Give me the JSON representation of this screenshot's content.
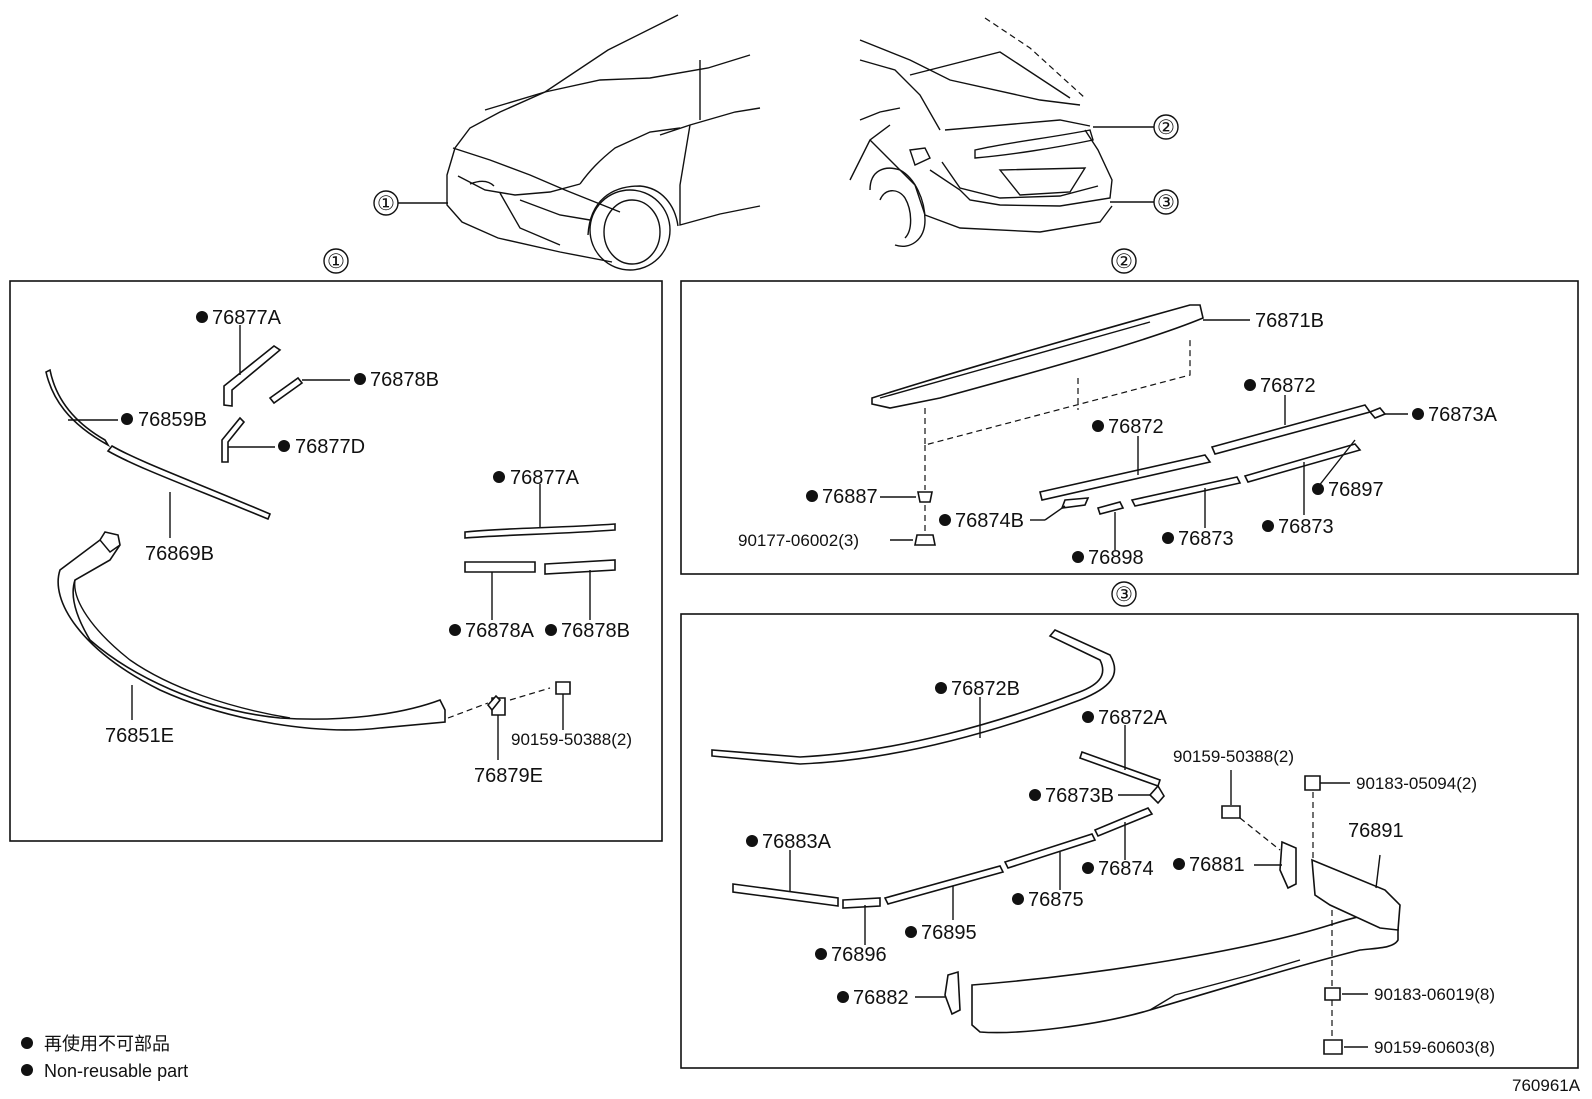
{
  "section_markers": {
    "s1": "①",
    "s2": "②",
    "s3": "③"
  },
  "section1": {
    "p76877A_top": "76877A",
    "p76878B_top": "76878B",
    "p76859B": "76859B",
    "p76877D": "76877D",
    "p76869B": "76869B",
    "p76877A_right": "76877A",
    "p76878A": "76878A",
    "p76878B_right": "76878B",
    "p76851E": "76851E",
    "p90159_50388": "90159-50388(2)",
    "p76879E": "76879E"
  },
  "section2": {
    "p76871B": "76871B",
    "p76872_a": "76872",
    "p76872_b": "76872",
    "p76873A": "76873A",
    "p76887": "76887",
    "p76874B": "76874B",
    "p76897": "76897",
    "p90177_06002": "90177-06002(3)",
    "p76873_a": "76873",
    "p76873_b": "76873",
    "p76898": "76898"
  },
  "section3": {
    "p76872B": "76872B",
    "p76872A": "76872A",
    "p90159_50388": "90159-50388(2)",
    "p90183_05094": "90183-05094(2)",
    "p76873B": "76873B",
    "p76891": "76891",
    "p76883A": "76883A",
    "p76881": "76881",
    "p76874": "76874",
    "p76875": "76875",
    "p76895": "76895",
    "p76896": "76896",
    "p76882": "76882",
    "p90183_06019": "90183-06019(8)",
    "p90159_60603": "90159-60603(8)"
  },
  "legend": {
    "item1": "再使用不可部品",
    "item2": "Non-reusable part"
  },
  "diagram_code": "760961A"
}
